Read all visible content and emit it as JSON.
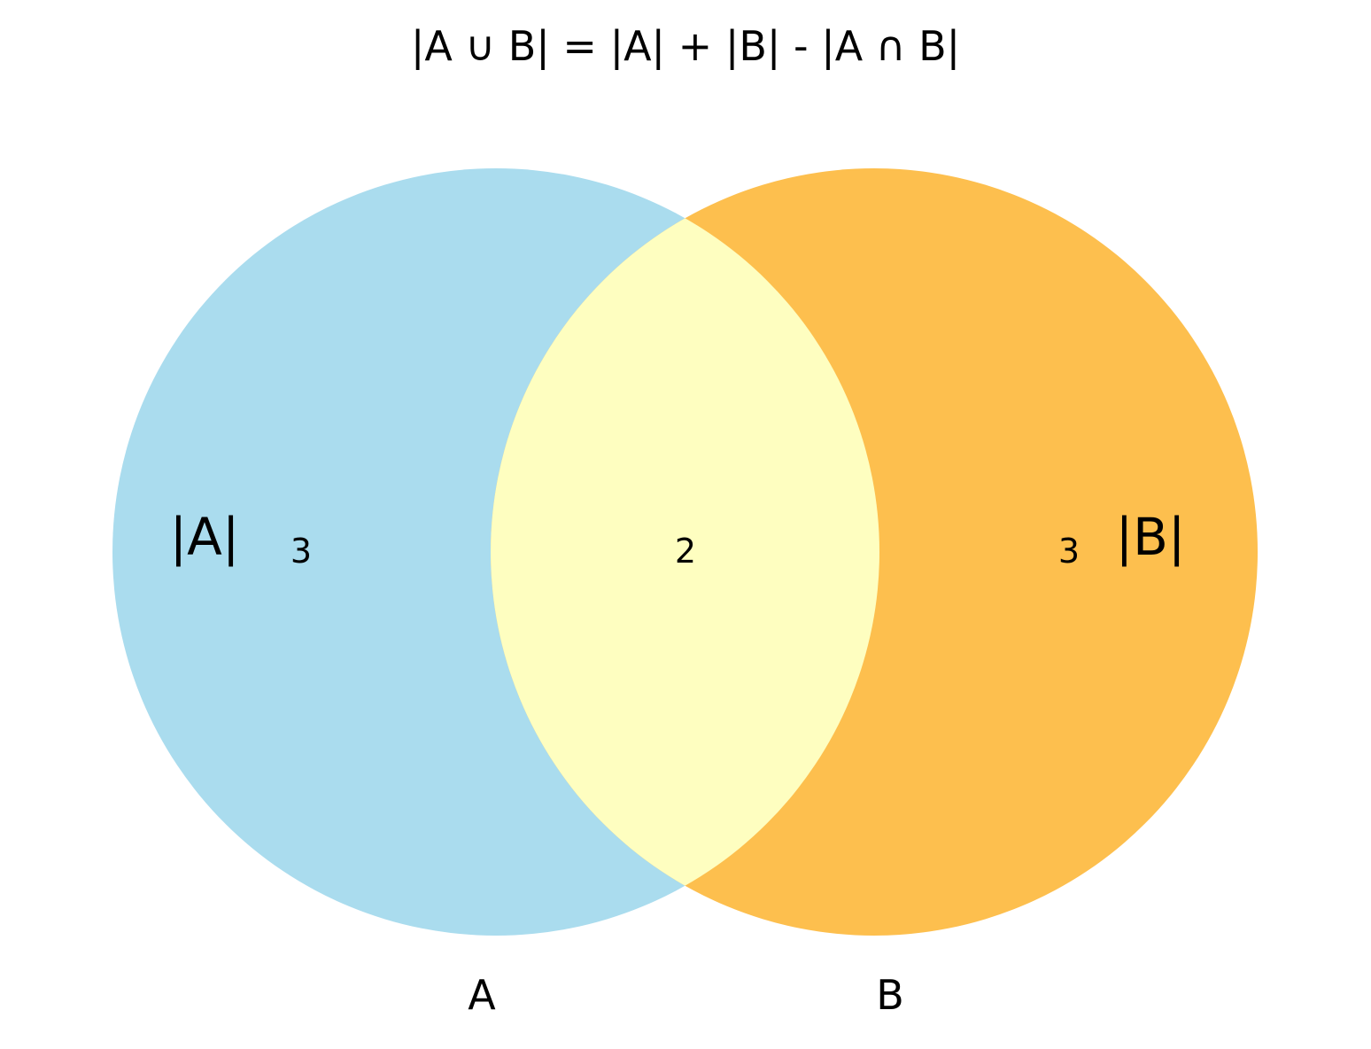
{
  "title": "|A ∪ B| = |A| + |B| - |A ∩ B|",
  "sets": {
    "a": {
      "name": "A",
      "size_label": "|A|",
      "only_count": "3",
      "color": "#aadcee"
    },
    "b": {
      "name": "B",
      "size_label": "|B|",
      "only_count": "3",
      "color": "#fdbf4e"
    }
  },
  "intersection": {
    "count": "2",
    "color": "#fefec0"
  }
}
